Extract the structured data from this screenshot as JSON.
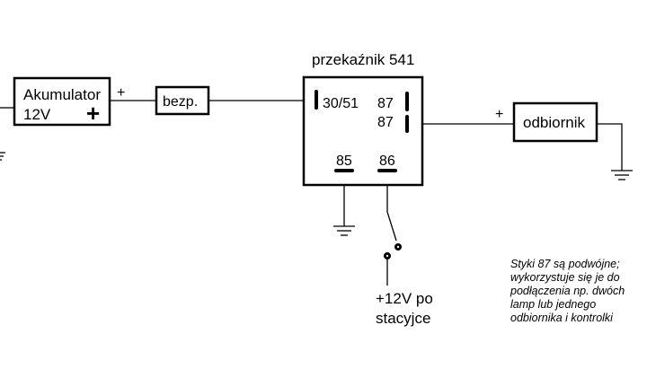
{
  "relay": {
    "title": "przekaźnik 541",
    "pin_30_51": "30/51",
    "pin_87_top": "87",
    "pin_87_bottom": "87",
    "pin_85": "85",
    "pin_86": "86"
  },
  "battery": {
    "name": "Akumulator",
    "voltage": "12V",
    "plus_symbol": "+"
  },
  "fuse": {
    "label": "bezp."
  },
  "load": {
    "label": "odbiornik"
  },
  "polarity": {
    "battery_out": "+",
    "load_in": "+"
  },
  "ignition": {
    "line1": "+12V po",
    "line2": "stacyjce"
  },
  "note": {
    "lines": [
      "Styki 87 są podwójne;",
      "wykorzystuje się je do",
      "podłączenia np. dwóch",
      "lamp lub jednego",
      "odbiornika i kontrolki"
    ]
  }
}
